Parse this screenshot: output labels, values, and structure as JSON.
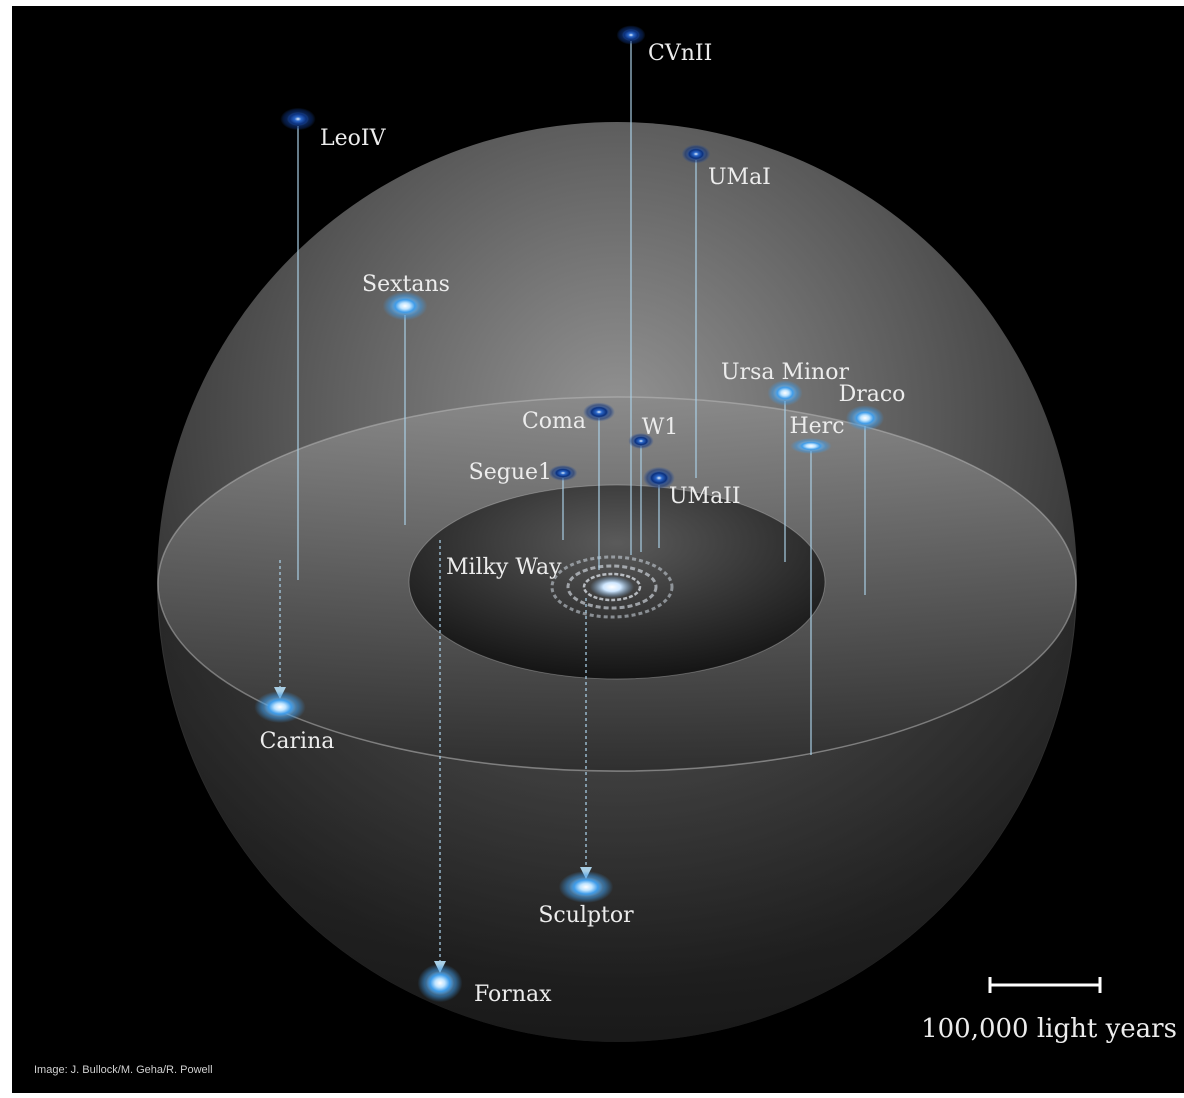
{
  "galaxies": [
    {
      "id": "cvnii",
      "label": "CVnII"
    },
    {
      "id": "leoiv",
      "label": "LeoIV"
    },
    {
      "id": "umai",
      "label": "UMaI"
    },
    {
      "id": "sextans",
      "label": "Sextans"
    },
    {
      "id": "ursa-minor",
      "label": "Ursa Minor"
    },
    {
      "id": "draco",
      "label": "Draco"
    },
    {
      "id": "coma",
      "label": "Coma"
    },
    {
      "id": "w1",
      "label": "W1"
    },
    {
      "id": "herc",
      "label": "Herc"
    },
    {
      "id": "segue1",
      "label": "Segue1"
    },
    {
      "id": "umaii",
      "label": "UMaII"
    },
    {
      "id": "carina",
      "label": "Carina"
    },
    {
      "id": "sculptor",
      "label": "Sculptor"
    },
    {
      "id": "fornax",
      "label": "Fornax"
    }
  ],
  "center": {
    "label": "Milky Way"
  },
  "scale": {
    "label": "100,000 light years"
  },
  "credit": "Image: J. Bullock/M. Geha/R. Powell",
  "colors": {
    "background": "#000000",
    "frame": "#ffffff",
    "galaxy_core": "#eaf6ff",
    "galaxy_glow": "#3d9be9",
    "dark_galaxy": "#0b2f7a",
    "line": "#a9cfe6",
    "label": "#ececec"
  }
}
